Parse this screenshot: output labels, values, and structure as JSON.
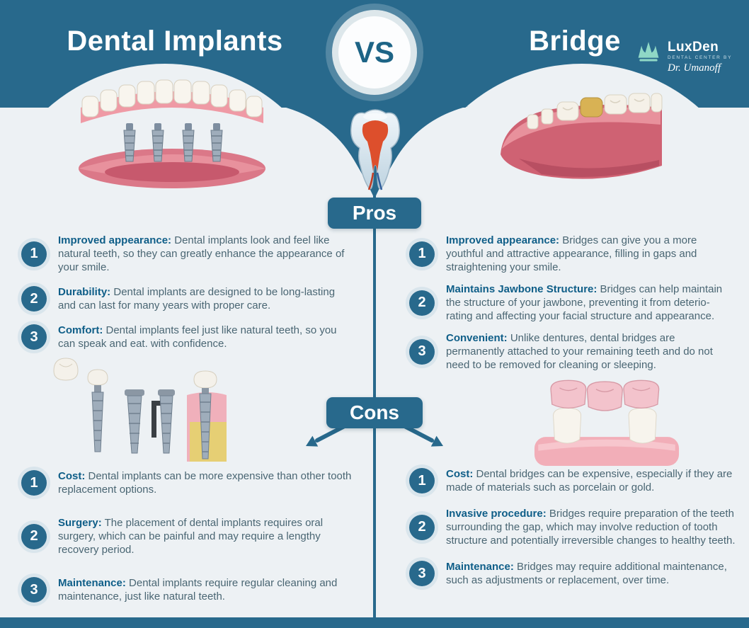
{
  "header": {
    "title_left": "Dental Implants",
    "title_right": "Bridge",
    "vs_label": "VS",
    "logo": {
      "name": "LuxDen",
      "tagline": "DENTAL CENTER BY",
      "doctor": "Dr. Umanoff",
      "icon": "crown-icon"
    }
  },
  "sections": {
    "pros_label": "Pros",
    "cons_label": "Cons"
  },
  "pros": {
    "implants": [
      {
        "num": "1",
        "label": "Improved appearance:",
        "text": "Dental implants look and feel like natural teeth, so they can greatly enhance the appearance of your smile."
      },
      {
        "num": "2",
        "label": "Durability:",
        "text": "Dental implants are designed to be long-lasting and can last for many years with proper care."
      },
      {
        "num": "3",
        "label": "Comfort:",
        "text": "Dental implants feel just like natural teeth, so you can speak and eat. with confidence."
      }
    ],
    "bridge": [
      {
        "num": "1",
        "label": "Improved appearance:",
        "text": "Bridges can give you a more youthful and attractive appearance, filling in gaps and straightening your smile."
      },
      {
        "num": "2",
        "label": "Maintains Jawbone Structure:",
        "text": "Bridges can help maintain the structure of your jawbone, preventing it from deterio-rating and affecting your facial structure and appearance."
      },
      {
        "num": "3",
        "label": "Convenient:",
        "text": "Unlike dentures, dental bridges are permanently attached to your remaining teeth and do not need to be removed for cleaning or sleeping."
      }
    ]
  },
  "cons": {
    "implants": [
      {
        "num": "1",
        "label": "Cost:",
        "text": "Dental implants can be more expensive than other tooth replacement options."
      },
      {
        "num": "2",
        "label": "Surgery:",
        "text": "The placement of dental implants requires oral surgery, which can be painful and may require a lengthy recovery period."
      },
      {
        "num": "3",
        "label": "Maintenance:",
        "text": "Dental implants require regular cleaning and maintenance, just like natural teeth."
      }
    ],
    "bridge": [
      {
        "num": "1",
        "label": "Cost:",
        "text": "Dental bridges can be expensive, especially if they are made of materials such as porcelain or gold."
      },
      {
        "num": "2",
        "label": "Invasive procedure:",
        "text": "Bridges require preparation of the teeth surrounding the gap, which may involve reduction of tooth structure and potentially irreversible changes to healthy teeth."
      },
      {
        "num": "3",
        "label": "Maintenance:",
        "text": "Bridges may require additional maintenance, such as adjustments or replacement, over time."
      }
    ]
  },
  "illustrations": {
    "top_left": "lower-jaw-with-four-dental-implants",
    "top_right": "jaw-with-dental-bridge-and-gold-crown",
    "center": "tooth-anatomy-cross-section",
    "mid_left": "dental-implant-components-row",
    "mid_right": "three-crown-bridge-over-gums"
  },
  "colors": {
    "accent_teal": "#28698c",
    "background": "#edf1f4"
  }
}
